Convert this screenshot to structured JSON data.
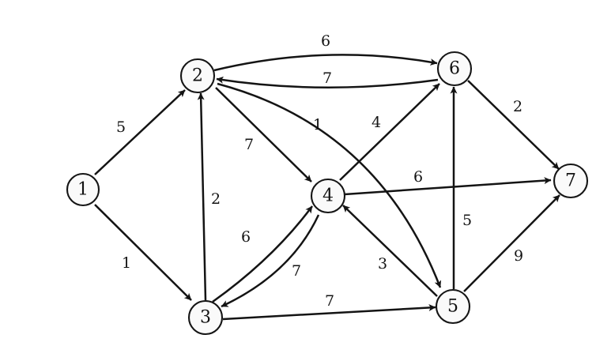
{
  "graph": {
    "directed": true,
    "nodes": [
      {
        "id": "1",
        "label": "1"
      },
      {
        "id": "2",
        "label": "2"
      },
      {
        "id": "3",
        "label": "3"
      },
      {
        "id": "4",
        "label": "4"
      },
      {
        "id": "5",
        "label": "5"
      },
      {
        "id": "6",
        "label": "6"
      },
      {
        "id": "7",
        "label": "7"
      }
    ],
    "edges": [
      {
        "from": "1",
        "to": "2",
        "weight": "5"
      },
      {
        "from": "1",
        "to": "3",
        "weight": "1"
      },
      {
        "from": "2",
        "to": "6",
        "weight": "6"
      },
      {
        "from": "6",
        "to": "2",
        "weight": "7"
      },
      {
        "from": "2",
        "to": "4",
        "weight": "7"
      },
      {
        "from": "2",
        "to": "5",
        "weight": "1"
      },
      {
        "from": "3",
        "to": "2",
        "weight": "2"
      },
      {
        "from": "3",
        "to": "4",
        "weight": "6"
      },
      {
        "from": "4",
        "to": "3",
        "weight": "7"
      },
      {
        "from": "3",
        "to": "5",
        "weight": "7"
      },
      {
        "from": "4",
        "to": "6",
        "weight": "4"
      },
      {
        "from": "4",
        "to": "7",
        "weight": "6"
      },
      {
        "from": "5",
        "to": "4",
        "weight": "3"
      },
      {
        "from": "5",
        "to": "6",
        "weight": "5"
      },
      {
        "from": "5",
        "to": "7",
        "weight": "9"
      },
      {
        "from": "6",
        "to": "7",
        "weight": "2"
      }
    ]
  }
}
